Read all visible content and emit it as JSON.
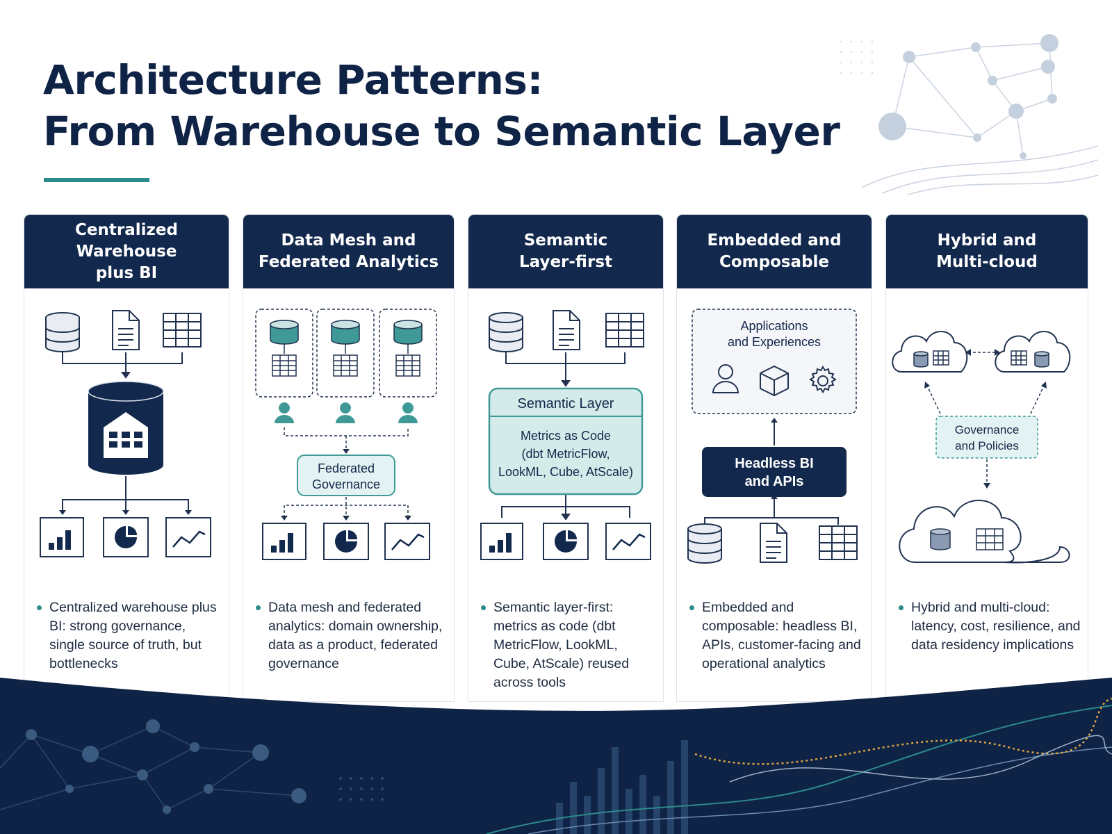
{
  "title": {
    "line1": "Architecture Patterns:",
    "line2": "From Warehouse to Semantic Layer"
  },
  "colors": {
    "navy": "#12284c",
    "teal": "#2b8a8a",
    "teal_light": "#d9eeee",
    "line": "#20324f"
  },
  "columns": [
    {
      "heading": [
        "Centralized",
        "Warehouse",
        "plus BI"
      ],
      "diagram": {
        "source_icons": [
          "database-icon",
          "document-icon",
          "table-icon"
        ],
        "center_icon": "warehouse-icon",
        "output_icons": [
          "bar-chart-icon",
          "pie-chart-icon",
          "line-chart-icon"
        ]
      },
      "bullet": "Centralized warehouse plus BI: strong governance, single source of truth, but bottlenecks"
    },
    {
      "heading": [
        "Data Mesh and",
        "Federated Analytics"
      ],
      "diagram": {
        "domain_icons": [
          "database-icon",
          "table-icon",
          "user-icon"
        ],
        "governance_label": [
          "Federated",
          "Governance"
        ],
        "output_icons": [
          "bar-chart-icon",
          "pie-chart-icon",
          "line-chart-icon"
        ]
      },
      "bullet": "Data mesh and federated analytics: domain ownership, data as a product, federated governance"
    },
    {
      "heading": [
        "Semantic",
        "Layer-first"
      ],
      "diagram": {
        "source_icons": [
          "database-icon",
          "document-icon",
          "table-icon"
        ],
        "layer_title": "Semantic Layer",
        "layer_body": [
          "Metrics as Code",
          "(dbt MetricFlow,",
          "LookML, Cube, AtScale)"
        ],
        "output_icons": [
          "bar-chart-icon",
          "pie-chart-icon",
          "line-chart-icon"
        ]
      },
      "bullet": "Semantic layer-first: metrics as code (dbt MetricFlow, LookML, Cube, AtScale) reused across tools"
    },
    {
      "heading": [
        "Embedded and",
        "Composable"
      ],
      "diagram": {
        "apps_label": [
          "Applications",
          "and Experiences"
        ],
        "app_icons": [
          "user-icon",
          "cube-icon",
          "gear-icon"
        ],
        "headless_label": [
          "Headless BI",
          "and APIs"
        ],
        "source_icons": [
          "database-icon",
          "document-icon",
          "table-icon"
        ]
      },
      "bullet": "Embedded and composable: headless BI, APIs, customer-facing and operational analytics"
    },
    {
      "heading": [
        "Hybrid and",
        "Multi-cloud"
      ],
      "diagram": {
        "cloud_icons": [
          "cloud-icon",
          "cloud-icon",
          "cloud-icon"
        ],
        "governance_label": [
          "Governance",
          "and Policies"
        ]
      },
      "bullet": "Hybrid and multi-cloud: latency, cost, resilience, and data residency implications"
    }
  ]
}
